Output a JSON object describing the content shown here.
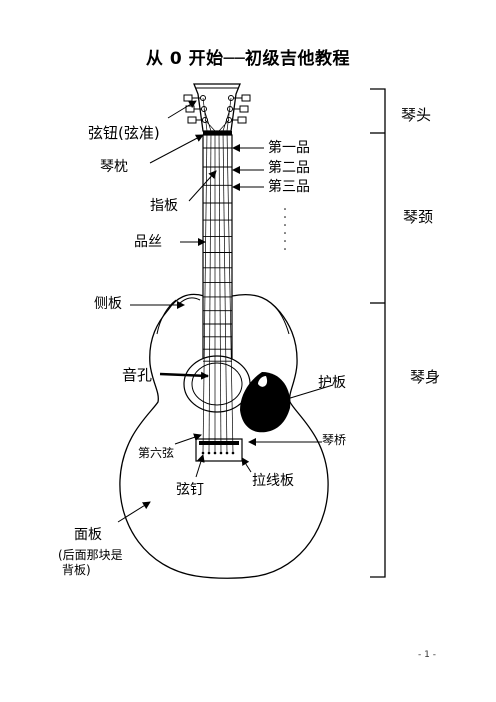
{
  "title": "从 0 开始──初级吉他教程",
  "labels": {
    "peg": "弦钮(弦准)",
    "nut": "琴枕",
    "fret1": "第一品",
    "fret2": "第二品",
    "fret3": "第三品",
    "fingerboard": "指板",
    "fretwire": "品丝",
    "side": "侧板",
    "soundhole": "音孔",
    "pickguard": "护板",
    "bridge": "琴桥",
    "sixth_string": "第六弦",
    "bridge_pin": "弦钉",
    "saddle_plate": "拉线板",
    "top": "面板",
    "top_note_1": "(后面那块是",
    "top_note_2": "背板)"
  },
  "sections": {
    "head": "琴头",
    "neck": "琴颈",
    "body": "琴身"
  },
  "page_number": "- 1 -"
}
